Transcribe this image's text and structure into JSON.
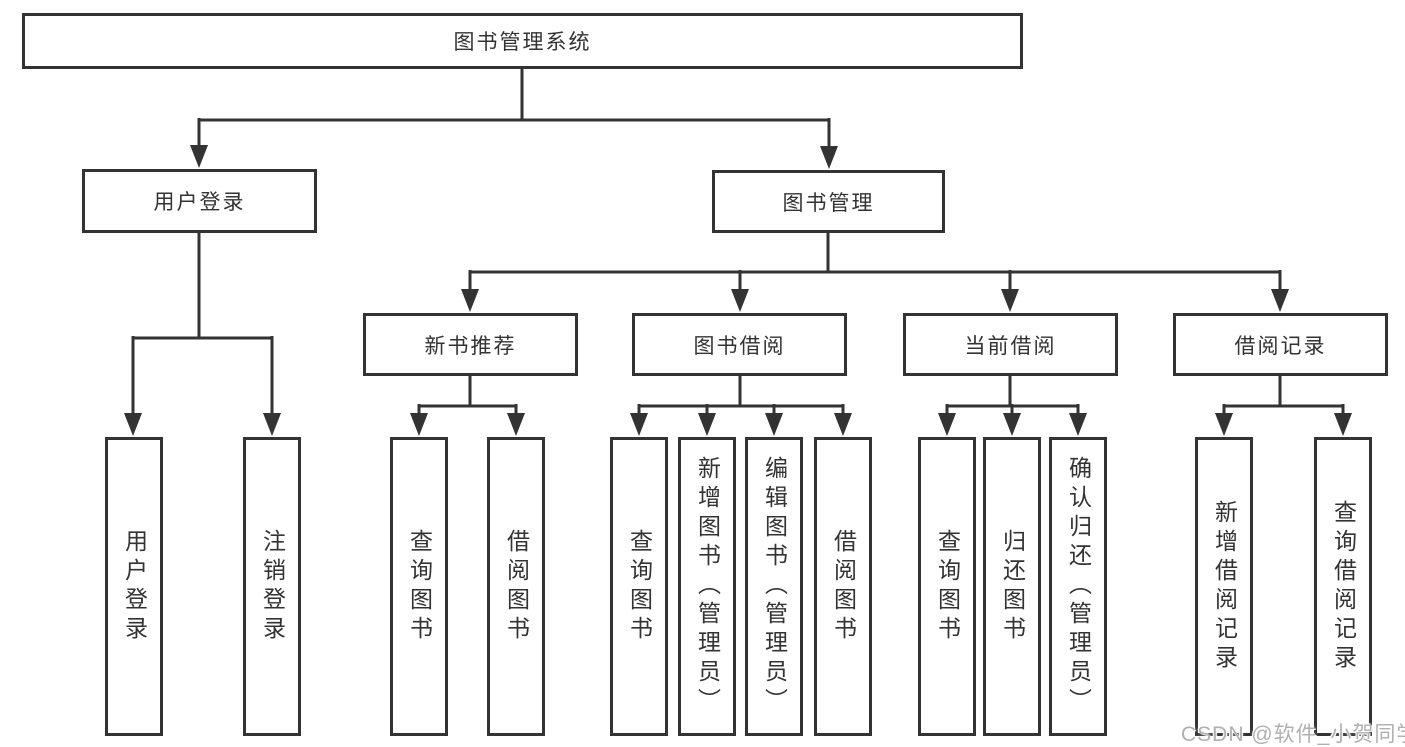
{
  "diagram": {
    "root": {
      "label": "图书管理系统"
    },
    "level2": [
      {
        "label": "用户登录",
        "children": [
          "用户登录",
          "注销登录"
        ]
      },
      {
        "label": "图书管理"
      }
    ],
    "level3": [
      {
        "label": "新书推荐",
        "children": [
          "查询图书",
          "借阅图书"
        ]
      },
      {
        "label": "图书借阅",
        "children": [
          "查询图书",
          "新增图书（管理员）",
          "编辑图书（管理员）",
          "借阅图书"
        ]
      },
      {
        "label": "当前借阅",
        "children": [
          "查询图书",
          "归还图书",
          "确认归还（管理员）"
        ]
      },
      {
        "label": "借阅记录",
        "children": [
          "新增借阅记录",
          "查询借阅记录"
        ]
      }
    ],
    "colors": {
      "line": "#333333",
      "text": "#333333",
      "box_background": "#ffffff"
    }
  },
  "watermark": {
    "text": "CSDN @软件_小贺同学",
    "color": "#b0b0b0"
  }
}
